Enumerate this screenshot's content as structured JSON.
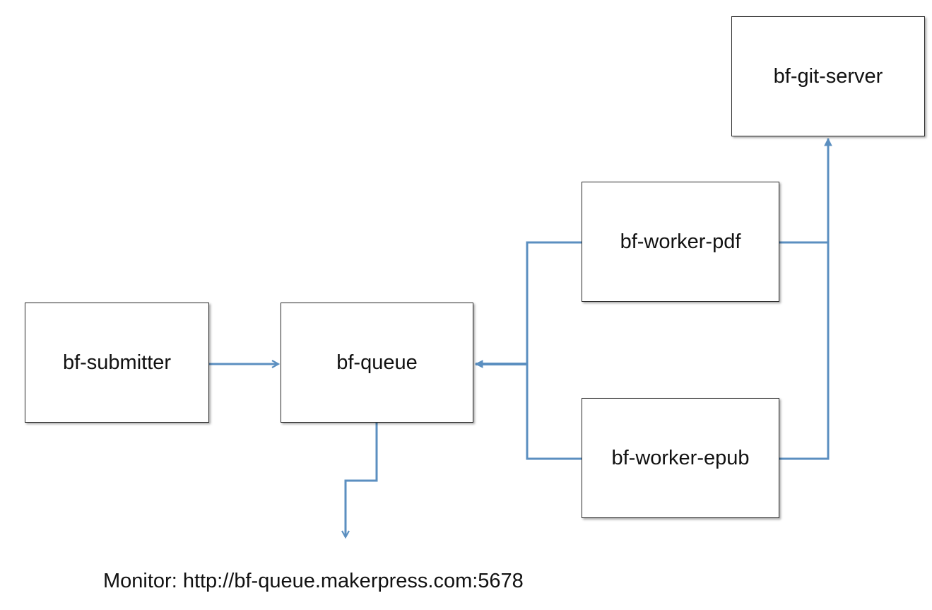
{
  "nodes": {
    "submitter": "bf-submitter",
    "queue": "bf-queue",
    "worker_pdf": "bf-worker-pdf",
    "worker_epub": "bf-worker-epub",
    "git_server": "bf-git-server"
  },
  "monitor_label": "Monitor: http://bf-queue.makerpress.com:5678",
  "colors": {
    "connector": "#5b8fc0",
    "box_border": "#2b2b2b"
  },
  "edges": [
    {
      "from": "bf-submitter",
      "to": "bf-queue"
    },
    {
      "from": "bf-worker-pdf",
      "to": "bf-queue"
    },
    {
      "from": "bf-worker-epub",
      "to": "bf-queue"
    },
    {
      "from": "bf-worker-pdf",
      "to": "bf-git-server"
    },
    {
      "from": "bf-worker-epub",
      "to": "bf-git-server"
    },
    {
      "from": "bf-queue",
      "to": "monitor"
    }
  ]
}
